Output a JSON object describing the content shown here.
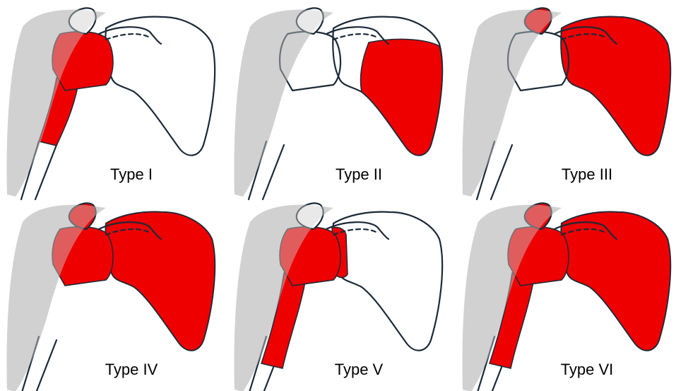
{
  "colors": {
    "fill": "#ee0000",
    "outline": "#1b2a38",
    "shadow": "#cfcfcf",
    "bone": "#ffffff"
  },
  "panels": [
    {
      "label": "Type I",
      "red": [
        "humeral_head",
        "shaft_upper"
      ]
    },
    {
      "label": "Type II",
      "red": [
        "scapula_body"
      ]
    },
    {
      "label": "Type III",
      "red": [
        "acromion",
        "scapula_full"
      ]
    },
    {
      "label": "Type IV",
      "red": [
        "acromion",
        "humeral_head",
        "scapula_full"
      ]
    },
    {
      "label": "Type V",
      "red": [
        "humeral_head",
        "shaft_long",
        "glenoid_rim"
      ]
    },
    {
      "label": "Type VI",
      "red": [
        "acromion",
        "humeral_head",
        "shaft_long",
        "scapula_full"
      ]
    }
  ]
}
